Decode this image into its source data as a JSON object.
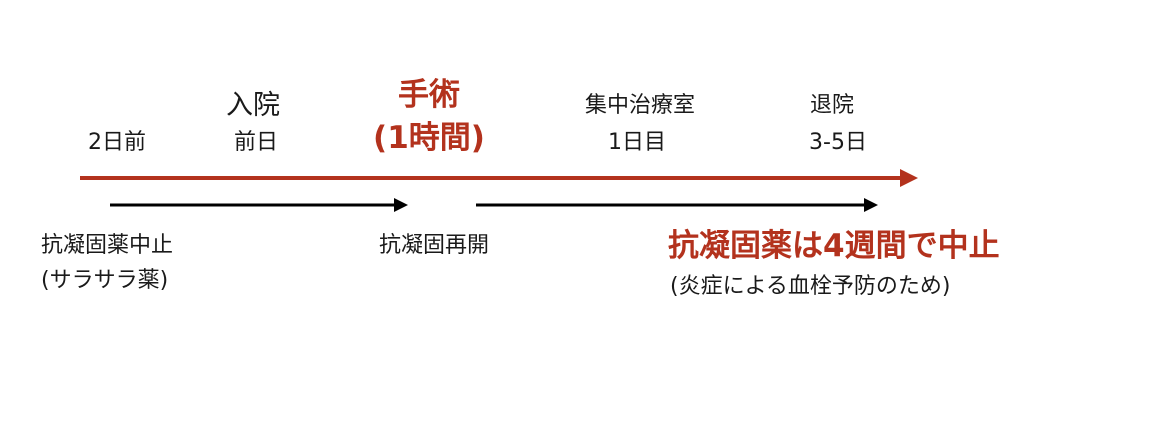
{
  "colors": {
    "accent": "#b3321d",
    "text": "#1a1a1a",
    "arrow_black": "#000000",
    "background": "#ffffff"
  },
  "timeline": {
    "stages": [
      {
        "top": "",
        "bottom": "2日前"
      },
      {
        "top": "入院",
        "bottom": "前日"
      },
      {
        "top": "手術",
        "bottom": "(1時間)"
      },
      {
        "top": "集中治療室",
        "bottom": "1日目"
      },
      {
        "top": "退院",
        "bottom": "3-5日"
      }
    ]
  },
  "notes": {
    "stop_line1": "抗凝固薬中止",
    "stop_line2": "(サラサラ薬)",
    "resume": "抗凝固再開",
    "stop4w": "抗凝固薬は4週間で中止",
    "stop4w_reason": "(炎症による血栓予防のため)"
  }
}
